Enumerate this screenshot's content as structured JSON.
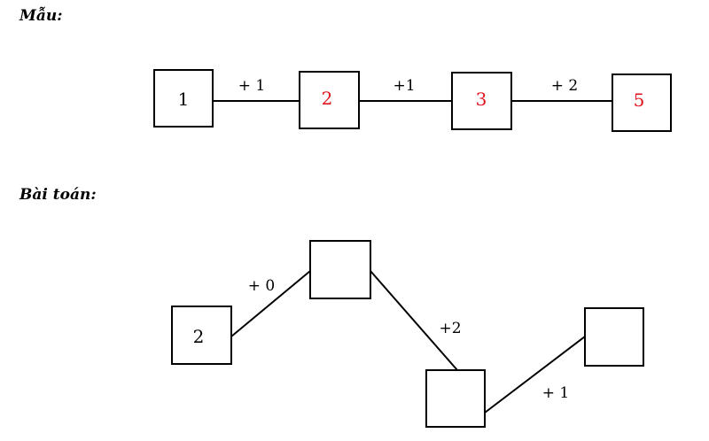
{
  "sample": {
    "heading": "Mẫu:",
    "boxes": [
      {
        "value": "1",
        "color": "#000000"
      },
      {
        "value": "2",
        "color": "#e0141e"
      },
      {
        "value": "3",
        "color": "#e0141e"
      },
      {
        "value": "5",
        "color": "#e0141e"
      }
    ],
    "operations": [
      "+ 1",
      "+1",
      "+ 2"
    ]
  },
  "problem": {
    "heading": "Bài toán:",
    "boxes": [
      {
        "value": "2",
        "color": "#000000"
      },
      {
        "value": "",
        "color": "#000000"
      },
      {
        "value": "",
        "color": "#000000"
      },
      {
        "value": "",
        "color": "#000000"
      }
    ],
    "operations": [
      "+ 0",
      "+2",
      "+ 1"
    ]
  }
}
